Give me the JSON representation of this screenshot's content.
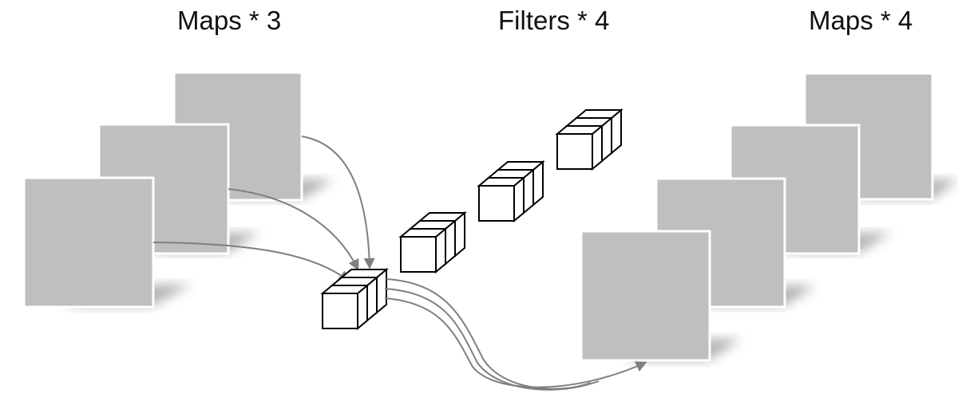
{
  "labels": {
    "input_maps": "Maps * 3",
    "filters": "Filters * 4",
    "output_maps": "Maps * 4"
  },
  "diagram": {
    "input_map_count": 3,
    "filter_count": 4,
    "output_map_count": 4,
    "map_color": "#bfbfbf",
    "shadow_color": "#a6a6a6",
    "arrow_color": "#7f7f7f",
    "cube_stroke": "#000000"
  }
}
